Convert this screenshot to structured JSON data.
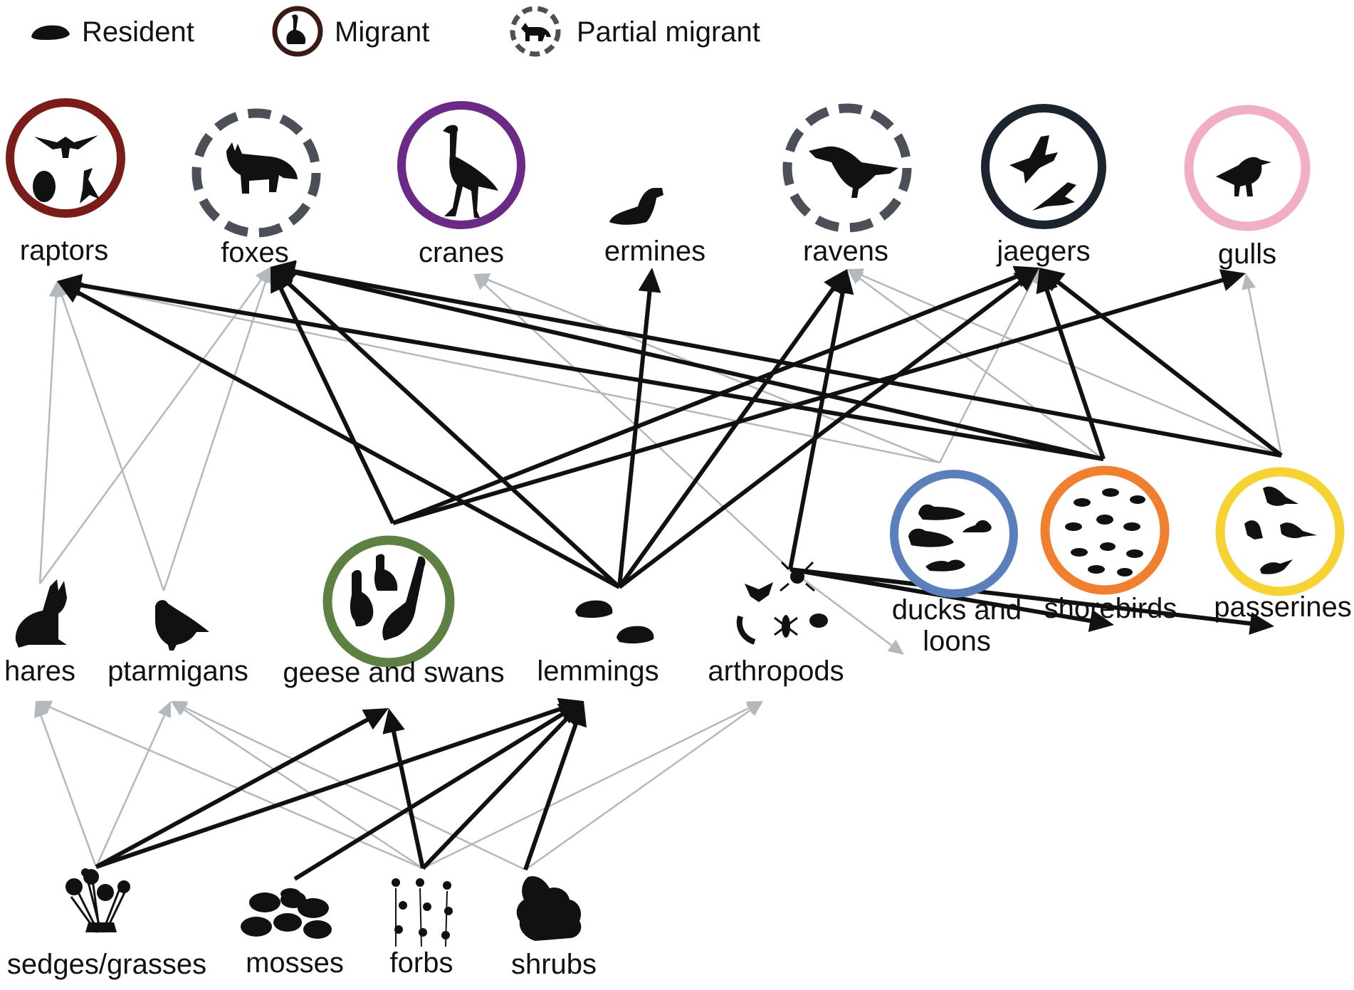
{
  "legend": {
    "resident": "Resident",
    "migrant": "Migrant",
    "partial": "Partial migrant"
  },
  "colors": {
    "raptors": "#7a1d1a",
    "foxes": "#4a4f58",
    "cranes": "#6b2a86",
    "ravens": "#4a4f58",
    "jaegers": "#1c2430",
    "gulls": "#f2aec7",
    "geese_swans": "#5f8043",
    "ducks_loons": "#5b7fba",
    "shorebirds": "#f08030",
    "passerines": "#f6d232",
    "strong_link": "#111111",
    "weak_link": "#b3b8bd"
  },
  "nodes": {
    "raptors": {
      "label": "raptors",
      "status": "migrant",
      "icon": "raptor-icon"
    },
    "foxes": {
      "label": "foxes",
      "status": "partial migrant",
      "icon": "fox-icon"
    },
    "cranes": {
      "label": "cranes",
      "status": "migrant",
      "icon": "crane-icon"
    },
    "ermines": {
      "label": "ermines",
      "status": "resident",
      "icon": "ermine-icon"
    },
    "ravens": {
      "label": "ravens",
      "status": "partial migrant",
      "icon": "raven-icon"
    },
    "jaegers": {
      "label": "jaegers",
      "status": "migrant",
      "icon": "jaeger-icon"
    },
    "gulls": {
      "label": "gulls",
      "status": "migrant",
      "icon": "gull-icon"
    },
    "hares": {
      "label": "hares",
      "status": "resident",
      "icon": "hare-icon"
    },
    "ptarmigans": {
      "label": "ptarmigans",
      "status": "resident",
      "icon": "ptarmigan-icon"
    },
    "geese_swans": {
      "label": "geese and swans",
      "status": "migrant",
      "icon": "goose-icon"
    },
    "lemmings": {
      "label": "lemmings",
      "status": "resident",
      "icon": "lemming-icon"
    },
    "arthropods": {
      "label": "arthropods",
      "status": "resident",
      "icon": "arthropod-icon"
    },
    "ducks_loons": {
      "label_line1": "ducks and",
      "label_line2": "loons",
      "status": "migrant",
      "icon": "duck-icon"
    },
    "shorebirds": {
      "label": "shorebirds",
      "status": "migrant",
      "icon": "shorebird-icon"
    },
    "passerines": {
      "label": "passerines",
      "status": "migrant",
      "icon": "passerine-icon"
    },
    "sedges": {
      "label": "sedges/grasses",
      "status": "resident",
      "icon": "sedge-icon"
    },
    "mosses": {
      "label": "mosses",
      "status": "resident",
      "icon": "moss-icon"
    },
    "forbs": {
      "label": "forbs",
      "status": "resident",
      "icon": "forb-icon"
    },
    "shrubs": {
      "label": "shrubs",
      "status": "resident",
      "icon": "shrub-icon"
    }
  },
  "links": [
    {
      "from": "lemmings",
      "to": "raptors",
      "strength": "strong"
    },
    {
      "from": "lemmings",
      "to": "foxes",
      "strength": "strong"
    },
    {
      "from": "lemmings",
      "to": "ermines",
      "strength": "strong"
    },
    {
      "from": "lemmings",
      "to": "ravens",
      "strength": "strong"
    },
    {
      "from": "lemmings",
      "to": "jaegers",
      "strength": "strong"
    },
    {
      "from": "geese_swans",
      "to": "foxes",
      "strength": "strong"
    },
    {
      "from": "geese_swans",
      "to": "jaegers",
      "strength": "strong"
    },
    {
      "from": "geese_swans",
      "to": "gulls",
      "strength": "strong"
    },
    {
      "from": "shorebirds",
      "to": "raptors",
      "strength": "strong"
    },
    {
      "from": "shorebirds",
      "to": "foxes",
      "strength": "strong"
    },
    {
      "from": "shorebirds",
      "to": "jaegers",
      "strength": "strong"
    },
    {
      "from": "passerines",
      "to": "foxes",
      "strength": "strong"
    },
    {
      "from": "passerines",
      "to": "jaegers",
      "strength": "strong"
    },
    {
      "from": "arthropods",
      "to": "ravens",
      "strength": "strong"
    },
    {
      "from": "arthropods",
      "to": "shorebirds",
      "strength": "strong"
    },
    {
      "from": "arthropods",
      "to": "passerines",
      "strength": "strong"
    },
    {
      "from": "sedges",
      "to": "geese_swans",
      "strength": "strong"
    },
    {
      "from": "sedges",
      "to": "lemmings",
      "strength": "strong"
    },
    {
      "from": "mosses",
      "to": "lemmings",
      "strength": "strong"
    },
    {
      "from": "forbs",
      "to": "geese_swans",
      "strength": "strong"
    },
    {
      "from": "forbs",
      "to": "lemmings",
      "strength": "strong"
    },
    {
      "from": "shrubs",
      "to": "lemmings",
      "strength": "strong"
    },
    {
      "from": "hares",
      "to": "raptors",
      "strength": "weak"
    },
    {
      "from": "hares",
      "to": "foxes",
      "strength": "weak"
    },
    {
      "from": "ptarmigans",
      "to": "raptors",
      "strength": "weak"
    },
    {
      "from": "ptarmigans",
      "to": "foxes",
      "strength": "weak"
    },
    {
      "from": "arthropods",
      "to": "cranes",
      "strength": "weak"
    },
    {
      "from": "arthropods",
      "to": "ducks_loons",
      "strength": "weak"
    },
    {
      "from": "shorebirds",
      "to": "ravens",
      "strength": "weak"
    },
    {
      "from": "passerines",
      "to": "ravens",
      "strength": "weak"
    },
    {
      "from": "passerines",
      "to": "gulls",
      "strength": "weak"
    },
    {
      "from": "ducks_loons",
      "to": "raptors",
      "strength": "weak"
    },
    {
      "from": "ducks_loons",
      "to": "cranes",
      "strength": "weak"
    },
    {
      "from": "ducks_loons",
      "to": "jaegers",
      "strength": "weak"
    },
    {
      "from": "sedges",
      "to": "hares",
      "strength": "weak"
    },
    {
      "from": "sedges",
      "to": "ptarmigans",
      "strength": "weak"
    },
    {
      "from": "forbs",
      "to": "hares",
      "strength": "weak"
    },
    {
      "from": "forbs",
      "to": "ptarmigans",
      "strength": "weak"
    },
    {
      "from": "forbs",
      "to": "arthropods",
      "strength": "weak"
    },
    {
      "from": "shrubs",
      "to": "ptarmigans",
      "strength": "weak"
    },
    {
      "from": "shrubs",
      "to": "arthropods",
      "strength": "weak"
    }
  ]
}
